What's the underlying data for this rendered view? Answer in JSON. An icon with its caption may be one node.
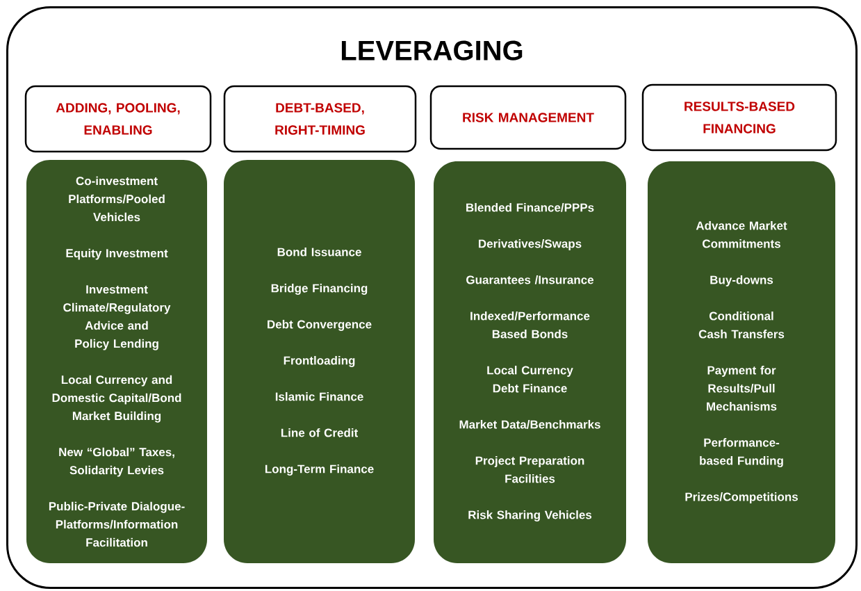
{
  "diagram": {
    "nodes": [
      {
        "text": [
          "LEVERAGING"
        ]
      },
      {
        "text": [
          "ADDING, POOLING, ENABLING"
        ],
        "in": 0
      },
      {
        "text": [
          "DEBT-BASED, RIGHT-TIMING"
        ],
        "in": 0
      },
      {
        "text": [
          "RISK MANAGEMENT"
        ],
        "in": 0
      },
      {
        "text": [
          "RESULTS-BASED FINANCING"
        ],
        "in": 0
      },
      {
        "text": [
          "Co-investment Platforms/Pooled Vehicles",
          "Equity Investment",
          "Investment Climate/Regulatory Advice and Policy Lending",
          "Local Currency and Domestic Capital/Bond Market Building",
          "New “Global” Taxes, Solidarity Levies",
          "Public-Private Dialogue-Platforms/Information Facilitation"
        ],
        "in": 0
      },
      {
        "text": [
          "Bond Issuance",
          "Bridge Financing",
          "Debt Convergence",
          "Frontloading",
          "Islamic Finance",
          "Line of Credit",
          "Long-Term Finance"
        ],
        "in": 0
      },
      {
        "text": [
          "Blended Finance/PPPs",
          "Derivatives/Swaps",
          "Guarantees /Insurance",
          "Indexed/Performance Based Bonds",
          "Local Currency Debt Finance",
          "Market Data/Benchmarks",
          "Project Preparation Facilities",
          "Risk Sharing Vehicles"
        ],
        "in": 0
      },
      {
        "text": [
          "Advance Market Commitments",
          "Buy-downs",
          "Conditional Cash Transfers",
          "Payment for Results/Pull Mechanisms",
          "Performance-based Funding",
          "Prizes/Competitions"
        ],
        "in": 0
      }
    ]
  }
}
